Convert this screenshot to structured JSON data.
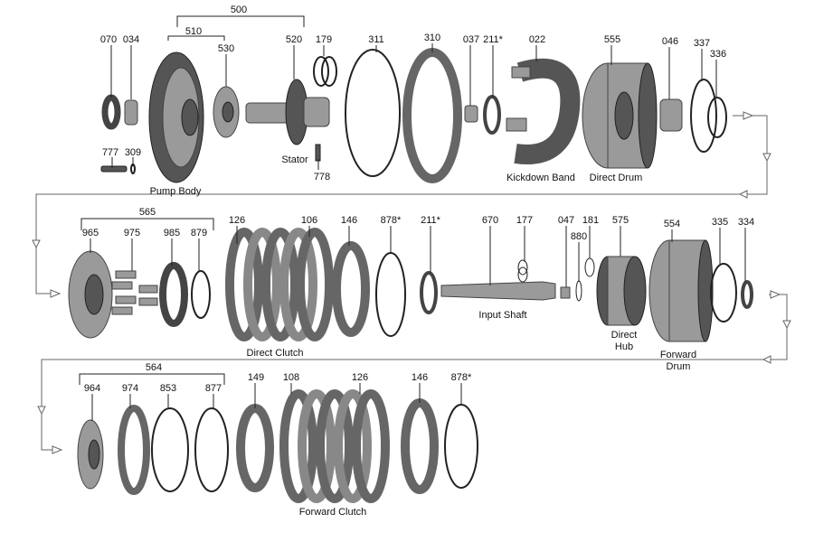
{
  "part_numbers": {
    "p500": "500",
    "p510": "510",
    "p070": "070",
    "p034": "034",
    "p530": "530",
    "p520": "520",
    "p179": "179",
    "p777": "777",
    "p309": "309",
    "p778": "778",
    "p311": "311",
    "p310": "310",
    "p037": "037",
    "p211a": "211*",
    "p022": "022",
    "p555": "555",
    "p046": "046",
    "p337": "337",
    "p336": "336",
    "p565": "565",
    "p965": "965",
    "p975": "975",
    "p985": "985",
    "p879": "879",
    "p126a": "126",
    "p106": "106",
    "p146a": "146",
    "p878a": "878*",
    "p211b": "211*",
    "p670": "670",
    "p177": "177",
    "p047": "047",
    "p880": "880",
    "p181": "181",
    "p575": "575",
    "p554": "554",
    "p335": "335",
    "p334": "334",
    "p564": "564",
    "p964": "964",
    "p974": "974",
    "p853": "853",
    "p877": "877",
    "p149": "149",
    "p108": "108",
    "p126b": "126",
    "p146b": "146",
    "p878b": "878*"
  },
  "captions": {
    "pump_body": "Pump Body",
    "stator": "Stator",
    "kickdown_band": "Kickdown  Band",
    "direct_drum": "Direct Drum",
    "direct_clutch": "Direct Clutch",
    "input_shaft": "Input Shaft",
    "direct_hub_1": "Direct",
    "direct_hub_2": "Hub",
    "forward_drum_1": "Forward",
    "forward_drum_2": "Drum",
    "forward_clutch": "Forward  Clutch"
  },
  "colors": {
    "line": "#222222",
    "flow": "#666666",
    "metal": "#9a9a9a"
  }
}
